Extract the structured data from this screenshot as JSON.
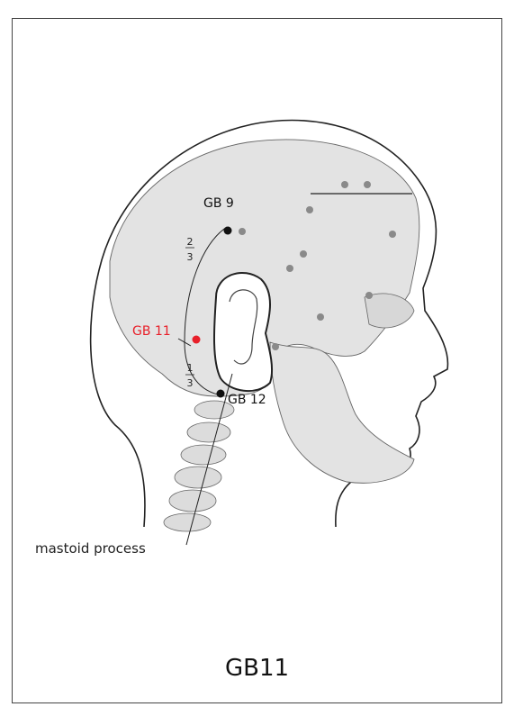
{
  "title": "GB11",
  "points": {
    "target": "GB 11",
    "upper": "GB 9",
    "lower": "GB 12"
  },
  "fractions": {
    "upper_num": "2",
    "upper_den": "3",
    "lower_num": "1",
    "lower_den": "3"
  },
  "annotation": "mastoid process",
  "colors": {
    "target": "#e8202a",
    "point": "#111111",
    "marker": "#8a8a8a",
    "skull": "#e3e3e3",
    "outline": "#222222"
  }
}
